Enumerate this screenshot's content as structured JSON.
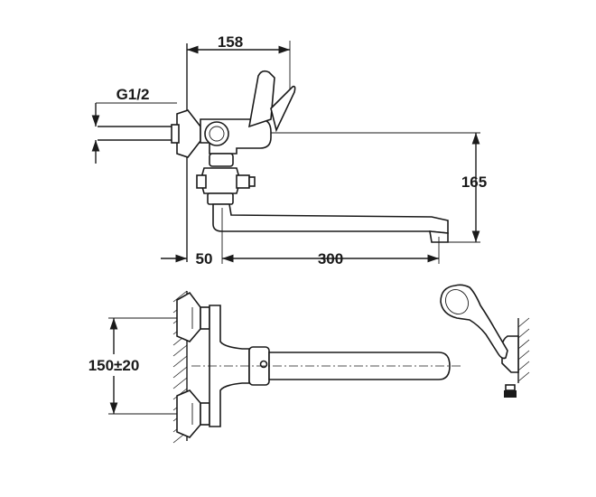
{
  "dimensions": {
    "width_top": "158",
    "thread": "G1/2",
    "height": "165",
    "offset": "50",
    "spout_length": "300",
    "center_distance": "150±20"
  }
}
